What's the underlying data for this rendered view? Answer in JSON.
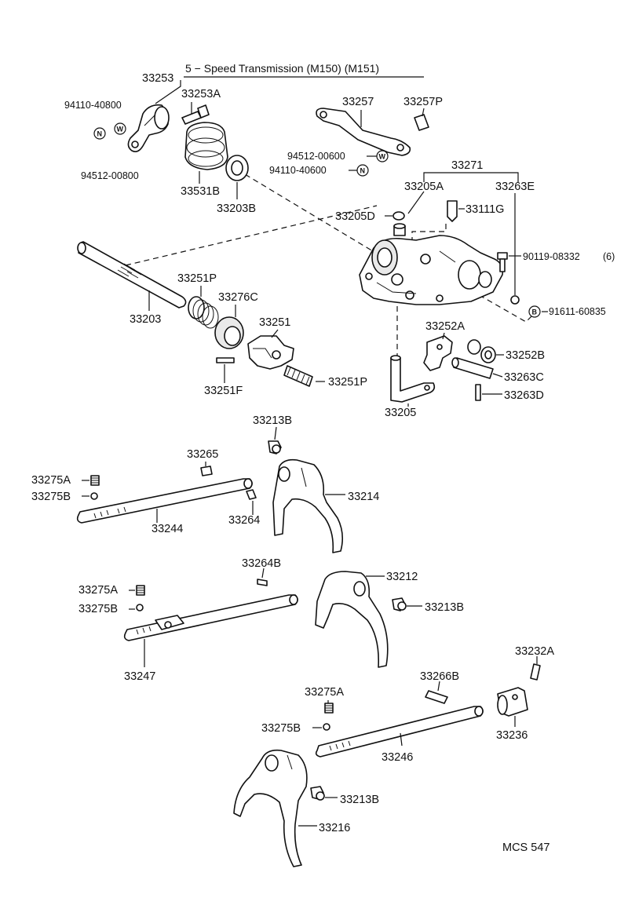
{
  "title": "5 − Speed Transmission (M150) (M151)",
  "diagram_code": "MCS 547",
  "badges": {
    "n": "N",
    "w": "W",
    "b": "B"
  },
  "parts": {
    "p33253": "33253",
    "p33253A": "33253A",
    "p94110_40800": "94110-40800",
    "p94512_00800": "94512-00800",
    "p33531B": "33531B",
    "p33203B": "33203B",
    "p33257": "33257",
    "p33257P": "33257P",
    "p94512_00600": "94512-00600",
    "p94110_40600": "94110-40600",
    "p33271": "33271",
    "p33205A": "33205A",
    "p33263E": "33263E",
    "p33205D": "33205D",
    "p33111G": "33111G",
    "p90119_08332": "90119-08332",
    "p90119_qty": "(6)",
    "p91611_60835": "91611-60835",
    "p33203": "33203",
    "p33251P_top": "33251P",
    "p33276C": "33276C",
    "p33251": "33251",
    "p33251F": "33251F",
    "p33251P_bottom": "33251P",
    "p33252A": "33252A",
    "p33252B": "33252B",
    "p33263C": "33263C",
    "p33263D": "33263D",
    "p33205": "33205",
    "p33213B_top": "33213B",
    "p33265": "33265",
    "p33275A_1": "33275A",
    "p33275B_1": "33275B",
    "p33214": "33214",
    "p33244": "33244",
    "p33264": "33264",
    "p33264B": "33264B",
    "p33212": "33212",
    "p33275A_2": "33275A",
    "p33275B_2": "33275B",
    "p33213B_mid": "33213B",
    "p33247": "33247",
    "p33232A": "33232A",
    "p33266B": "33266B",
    "p33275A_3": "33275A",
    "p33275B_3": "33275B",
    "p33236": "33236",
    "p33246": "33246",
    "p33213B_bottom": "33213B",
    "p33216": "33216"
  }
}
